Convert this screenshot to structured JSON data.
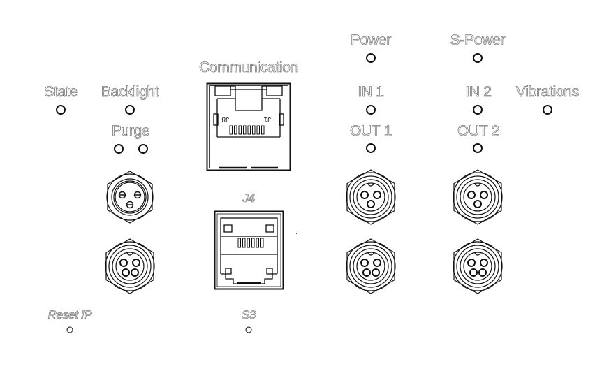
{
  "panel": {
    "labels": {
      "state": "State",
      "backlight": "Backlight",
      "purge": "Purge",
      "communication": "Communication",
      "power": "Power",
      "s_power": "S-Power",
      "in1": "IN 1",
      "in2": "IN 2",
      "vibrations": "Vibrations",
      "out1": "OUT 1",
      "out2": "OUT 2",
      "j4": "J4",
      "reset_ip": "Reset IP",
      "s3": "S3"
    },
    "rj45_top": {
      "pin_labels": [
        "J8",
        "J1"
      ],
      "pins": 8
    },
    "rj45_bottom": {
      "pins": 6
    },
    "connectors": [
      {
        "id": "left-top",
        "pins": 3,
        "type": "slotted"
      },
      {
        "id": "left-bottom",
        "pins": 4
      },
      {
        "id": "out1-top",
        "pins": 3
      },
      {
        "id": "out1-bottom",
        "pins": 4
      },
      {
        "id": "out2-top",
        "pins": 3
      },
      {
        "id": "out2-bottom",
        "pins": 4
      }
    ],
    "colors": {
      "outline": "#111111",
      "label_stroke": "#7a7a7a",
      "background": "#ffffff"
    }
  }
}
